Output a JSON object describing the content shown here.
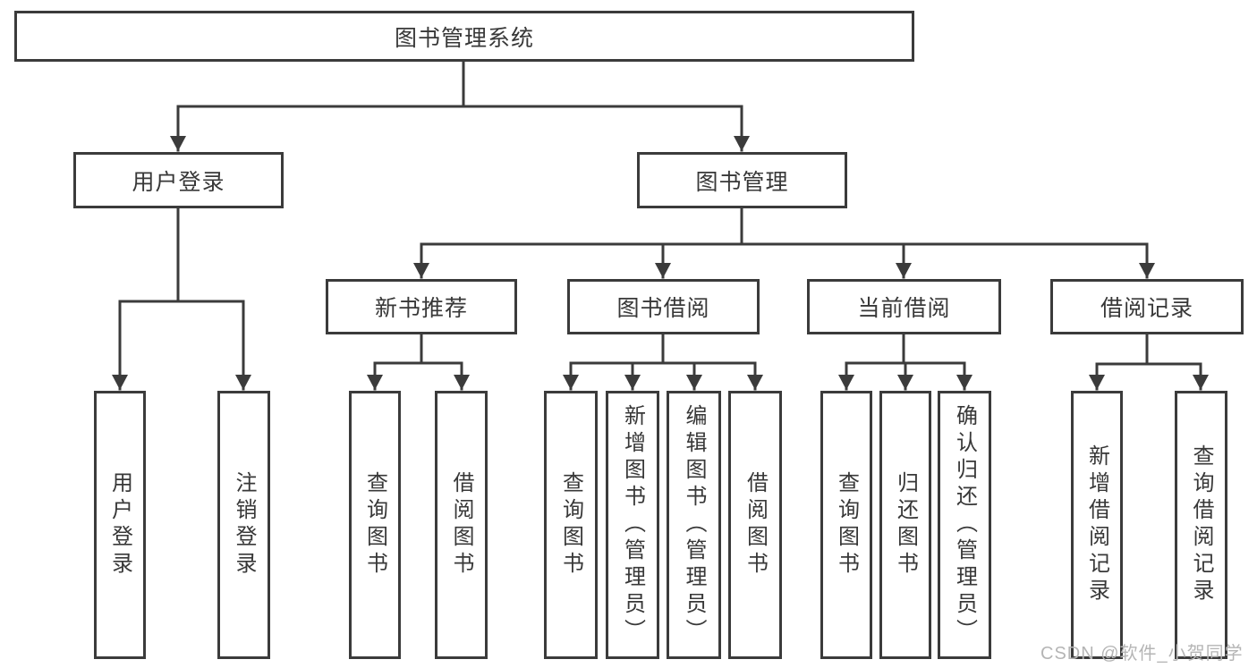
{
  "watermark": "CSDN @软件_小贺同学",
  "colors": {
    "line": "#3b3b3b",
    "box_border": "#3b3b3b",
    "text": "#383838",
    "background": "#ffffff",
    "watermark": "#b5b5b5"
  },
  "tree": {
    "label": "图书管理系统",
    "children": [
      {
        "label": "用户登录",
        "children": [
          "用户登录",
          "注销登录"
        ]
      },
      {
        "label": "图书管理",
        "children": [
          {
            "label": "新书推荐",
            "children": [
              "查询图书",
              "借阅图书"
            ]
          },
          {
            "label": "图书借阅",
            "children": [
              "查询图书",
              "新增图书（管理员）",
              "编辑图书（管理员）",
              "借阅图书"
            ]
          },
          {
            "label": "当前借阅",
            "children": [
              "查询图书",
              "归还图书",
              "确认归还（管理员）"
            ]
          },
          {
            "label": "借阅记录",
            "children": [
              "新增借阅记录",
              "查询借阅记录"
            ]
          }
        ]
      }
    ]
  }
}
